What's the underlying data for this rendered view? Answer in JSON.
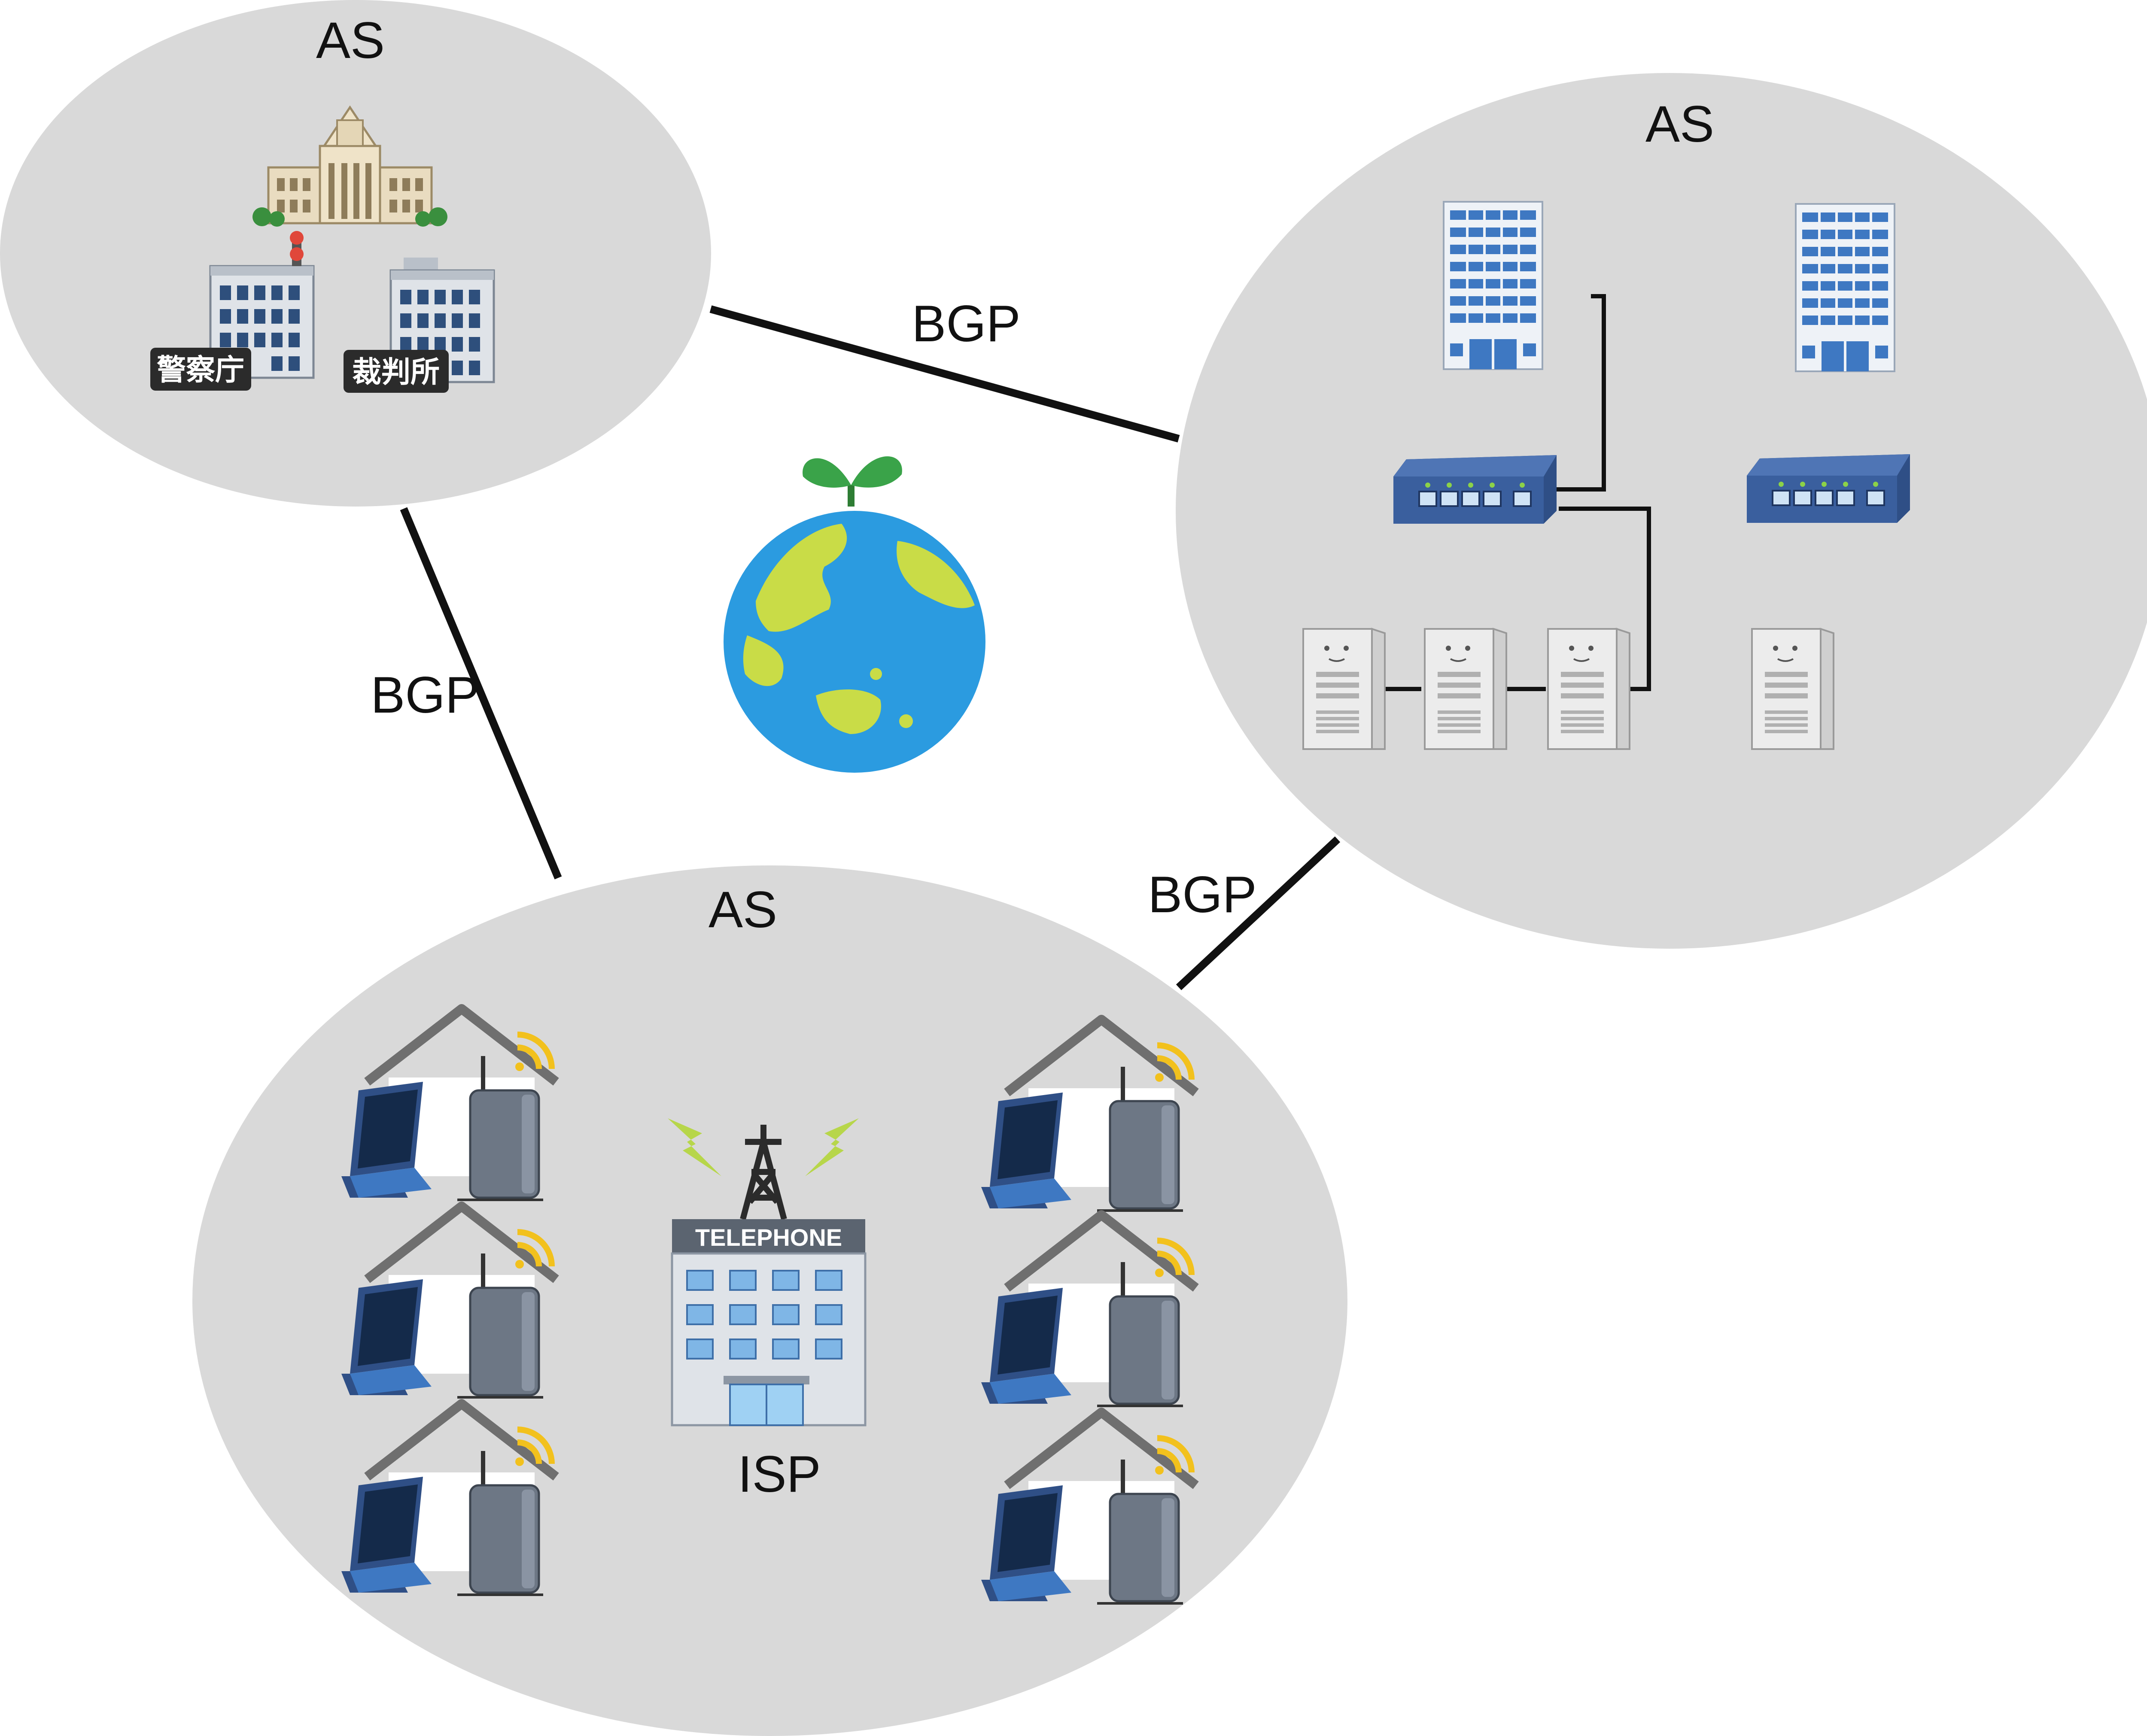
{
  "colors": {
    "ellipse_fill": "#d9d9d9",
    "line": "#111111",
    "text": "#111111",
    "building_blue": "#3e78c2",
    "network_navy": "#2f4f86",
    "globe_ocean": "#2b9be0",
    "globe_land": "#c9dc47",
    "leaf_green": "#3aa349"
  },
  "autonomous_systems": [
    {
      "label": "AS",
      "members": [
        {
          "icon": "parliament-building-icon"
        },
        {
          "icon": "police-building-icon",
          "sign": "警察庁"
        },
        {
          "icon": "court-building-icon",
          "sign": "裁判所"
        }
      ]
    },
    {
      "label": "AS",
      "members": [
        {
          "icon": "office-building-icon"
        },
        {
          "icon": "office-building-icon"
        },
        {
          "icon": "network-switch-icon"
        },
        {
          "icon": "network-switch-icon"
        },
        {
          "icon": "server-icon"
        },
        {
          "icon": "server-icon"
        },
        {
          "icon": "server-icon"
        },
        {
          "icon": "server-icon"
        }
      ]
    },
    {
      "label": "AS",
      "isp": {
        "icon": "telephone-company-icon",
        "sign": "TELEPHONE",
        "label": "ISP"
      },
      "members": [
        {
          "icon": "home-network-icon"
        },
        {
          "icon": "home-network-icon"
        },
        {
          "icon": "home-network-icon"
        },
        {
          "icon": "home-network-icon"
        },
        {
          "icon": "home-network-icon"
        },
        {
          "icon": "home-network-icon"
        }
      ]
    }
  ],
  "links": [
    {
      "label": "BGP"
    },
    {
      "label": "BGP"
    },
    {
      "label": "BGP"
    }
  ],
  "center_icon": "earth-globe-icon"
}
